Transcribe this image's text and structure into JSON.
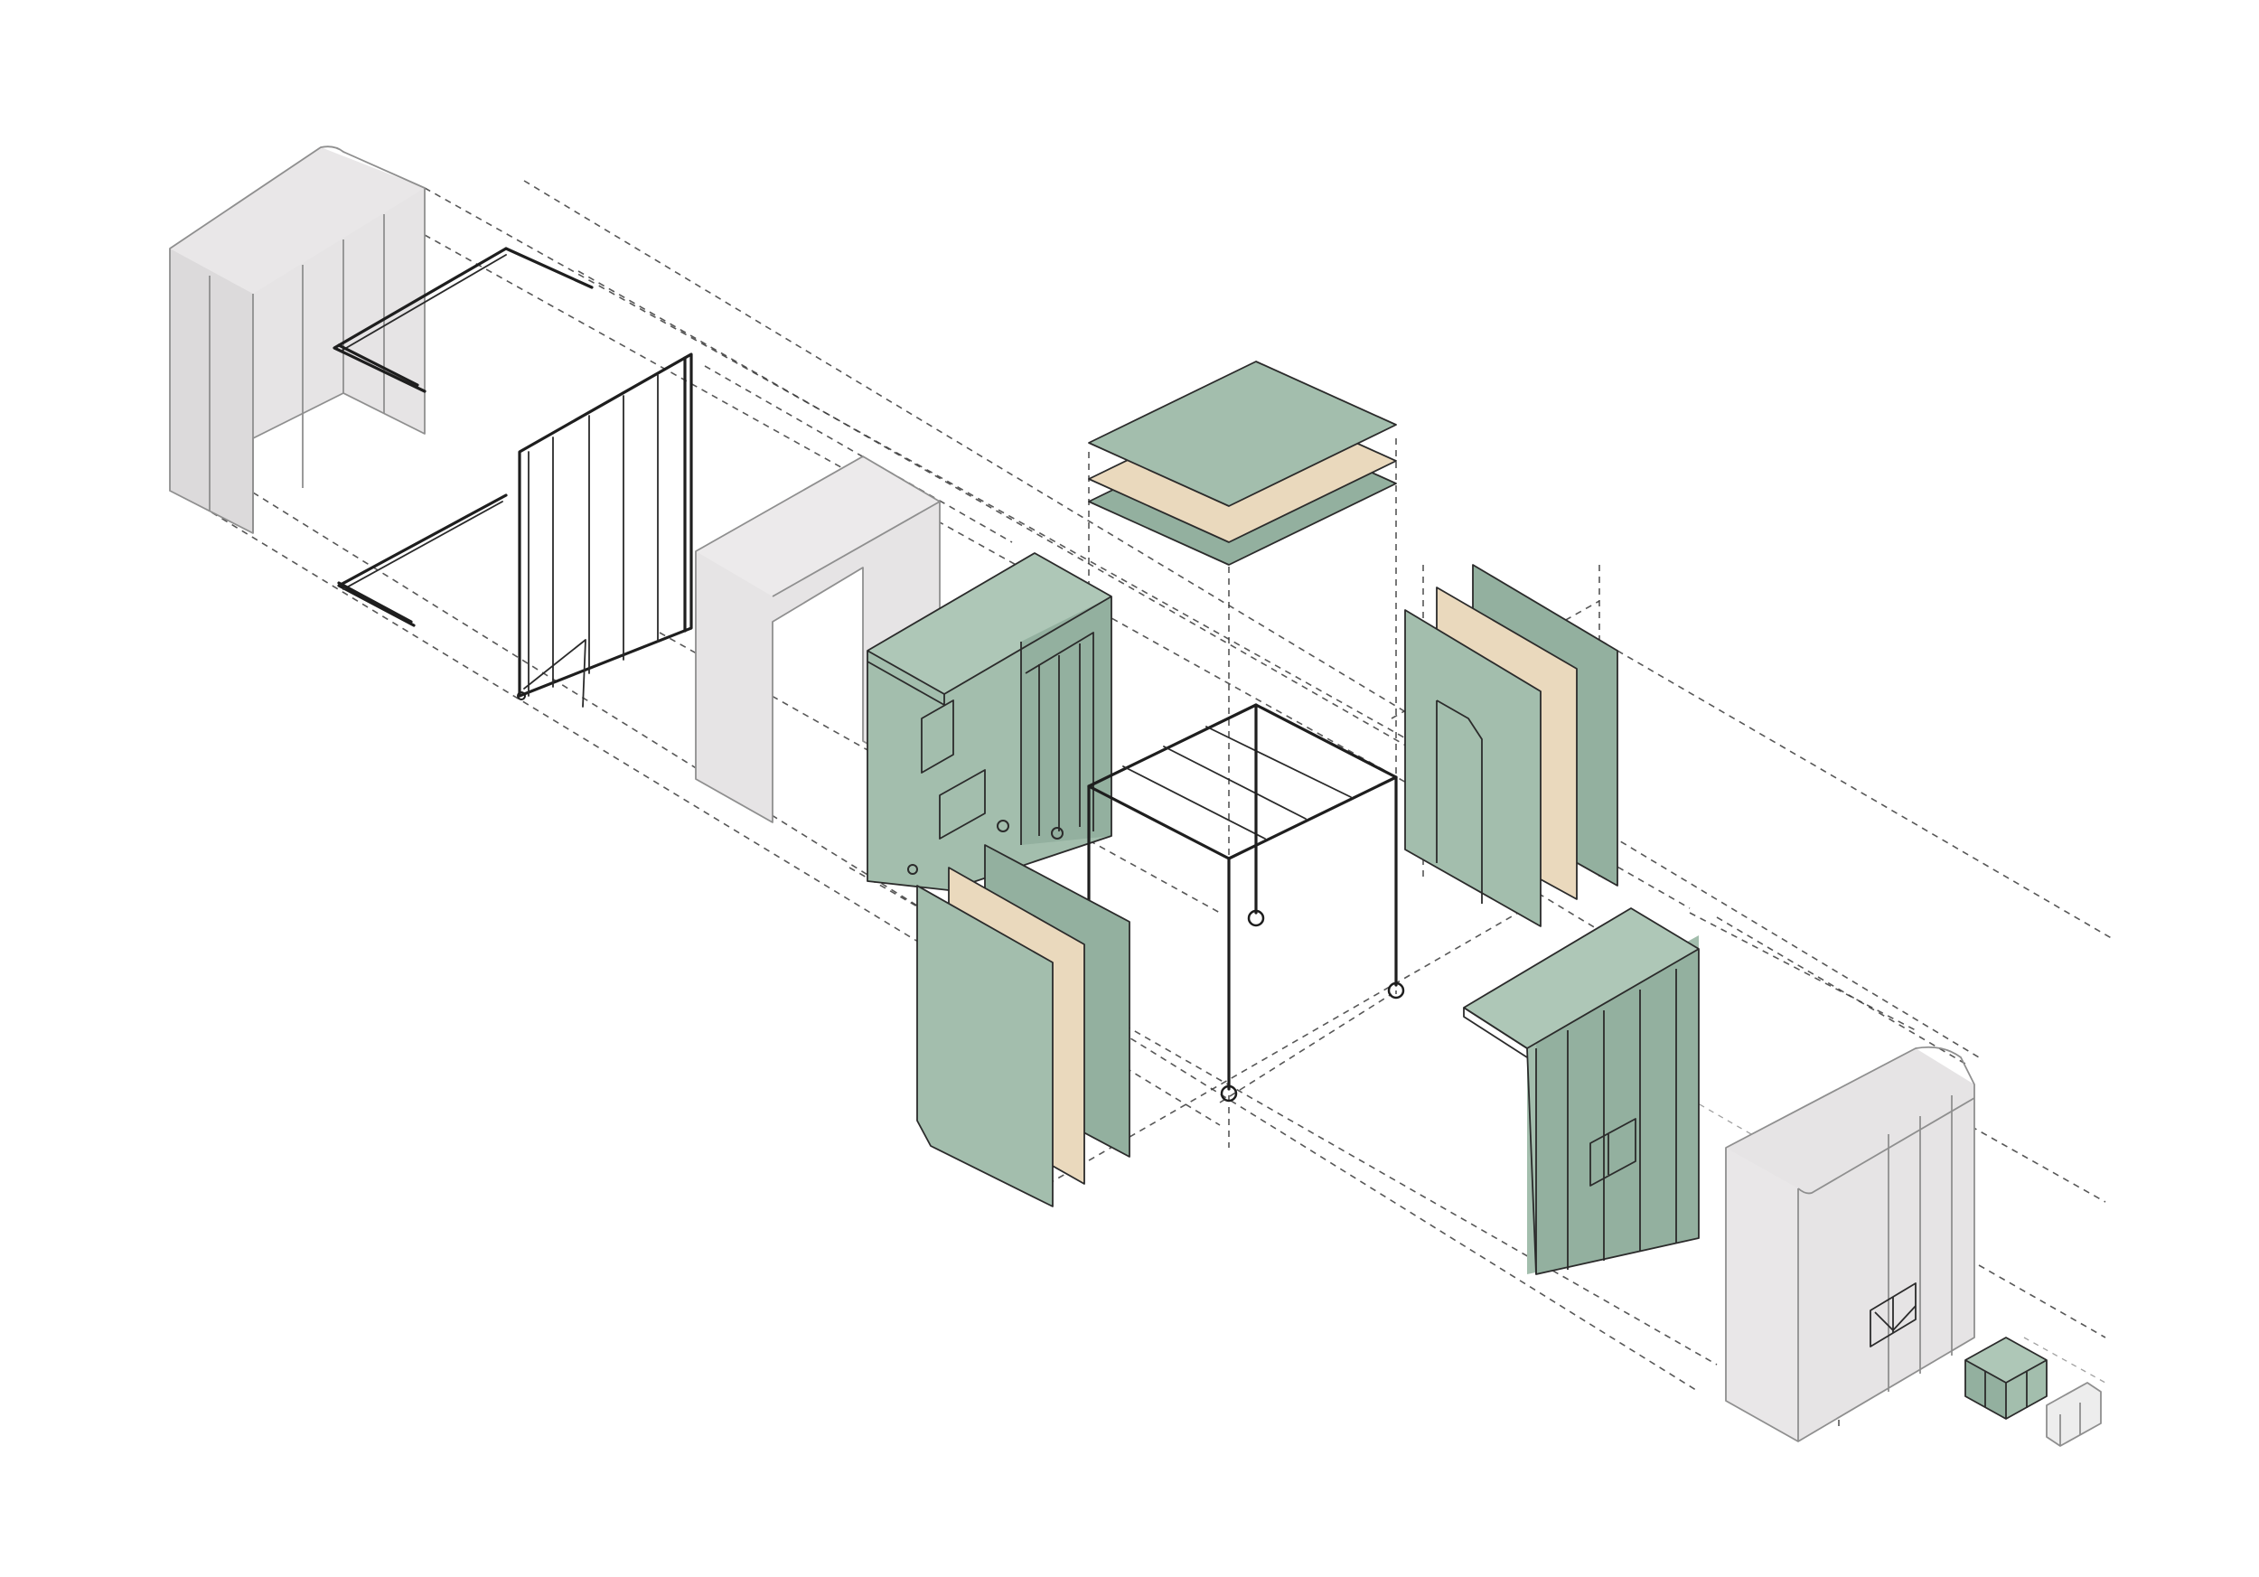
{
  "diagram": {
    "type": "exploded-axonometric",
    "colors": {
      "background": "#ffffff",
      "green_panel": "#a3bead",
      "green_panel_dark": "#93b09f",
      "wood_core": "#ead9bd",
      "shell_grey": "#e6e4e5",
      "shell_grey_dark": "#d8d6d7",
      "line": "#2b2b2b",
      "guide_line": "#3a3a3a"
    },
    "components": [
      "outer-shell-left",
      "steel-rail-frames",
      "sliding-panel-frame",
      "arch-shell-panel",
      "green-cabinet-module",
      "layered-roof-panels",
      "steel-frame-with-wheels",
      "layered-wall-panel-left",
      "layered-wall-panel-right",
      "green-wardrobe-module",
      "outer-shell-right",
      "small-green-box",
      "small-grey-box"
    ]
  }
}
